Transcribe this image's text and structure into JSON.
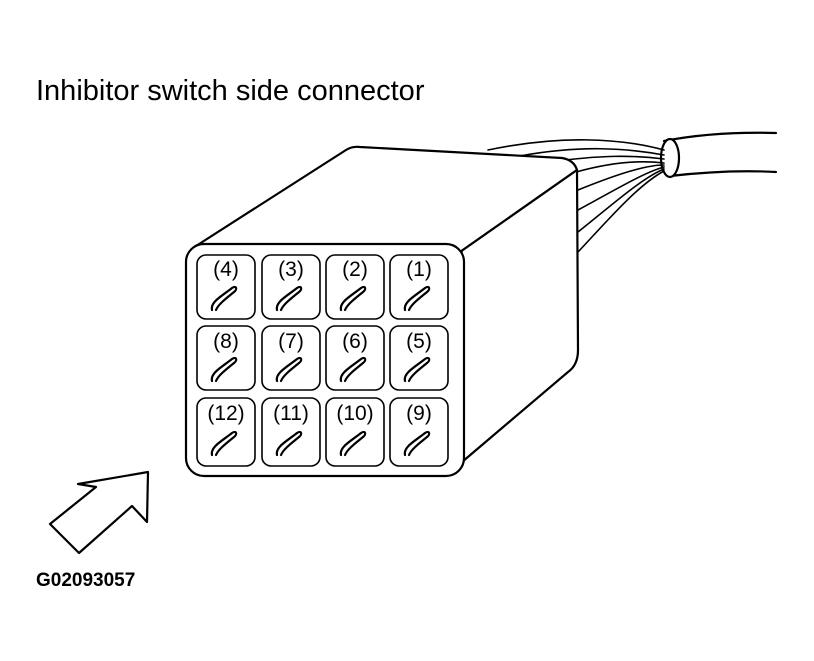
{
  "title": "Inhibitor switch side connector",
  "figure_code": "G02093057",
  "pins": {
    "row1": [
      "4",
      "3",
      "2",
      "1"
    ],
    "row2": [
      "8",
      "7",
      "6",
      "5"
    ],
    "row3": [
      "12",
      "11",
      "10",
      "9"
    ]
  },
  "colors": {
    "ink": "#000000",
    "background": "#ffffff"
  },
  "icons": {
    "arrow": "view-direction-arrow-icon"
  }
}
